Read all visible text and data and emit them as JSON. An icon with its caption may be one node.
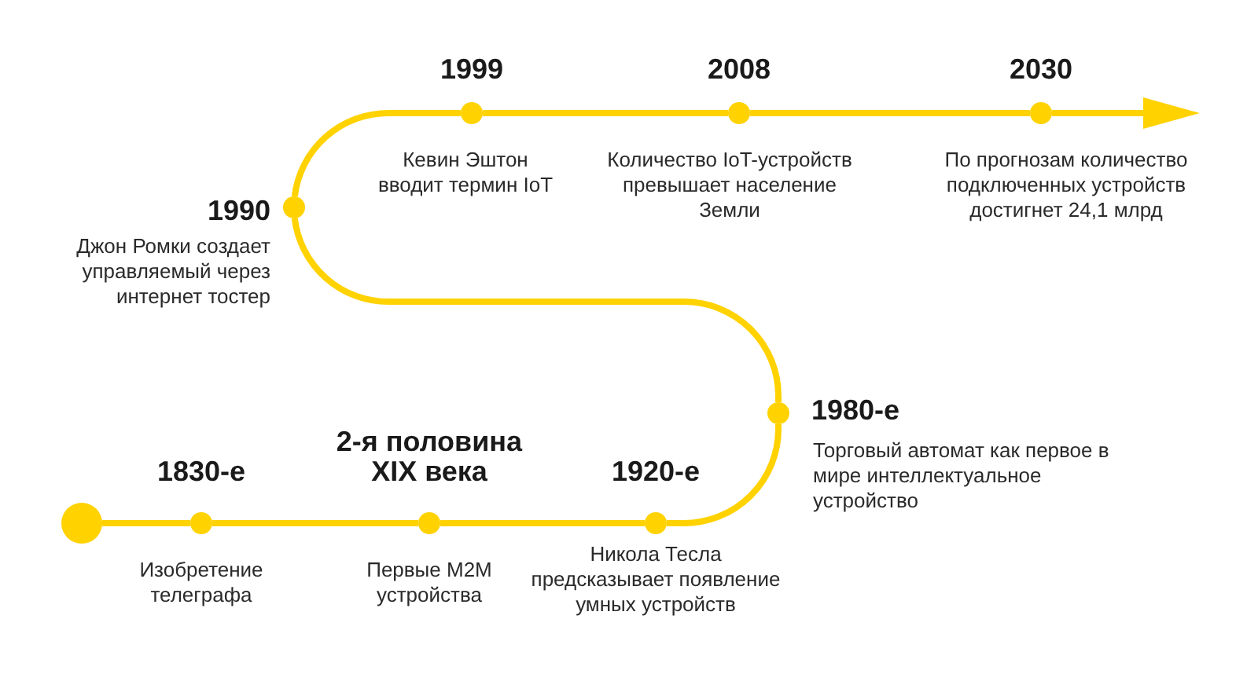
{
  "diagram": {
    "nodes": [
      {
        "text": [],
        "shape": "circle"
      },
      {
        "text": [],
        "shape": "circle",
        "beside": [
          "1830-е",
          "Изобретение телеграфа"
        ]
      },
      {
        "text": [],
        "shape": "circle",
        "beside": [
          "2-я половина XIX века",
          "Первые M2M устройства"
        ]
      },
      {
        "text": [],
        "shape": "circle",
        "beside": [
          "1920-е",
          "Никола Тесла предсказывает появление умных устройств"
        ]
      },
      {
        "text": [],
        "shape": "circle",
        "beside": [
          "1980-е",
          "Торговый автомат как первое в мире интеллектуальное устройство"
        ]
      },
      {
        "text": [],
        "shape": "circle",
        "beside": [
          "1990",
          "Джон Ромки создает управляемый через интернет тостер"
        ]
      },
      {
        "text": [],
        "shape": "circle",
        "beside": [
          "1999",
          "Кевин Эштон вводит термин IoT"
        ]
      },
      {
        "text": [],
        "shape": "circle",
        "beside": [
          "2008",
          "Количество IoT-устройств превышает население Земли"
        ]
      },
      {
        "text": [],
        "shape": "circle",
        "beside": [
          "2030",
          "По прогнозам количество подключенных устройств достигнет 24,1 млрд"
        ]
      }
    ],
    "edges": [
      {
        "from": 0,
        "to": 1,
        "arrow": "none"
      },
      {
        "from": 1,
        "to": 2,
        "arrow": "none"
      },
      {
        "from": 2,
        "to": 3,
        "arrow": "none"
      },
      {
        "from": 3,
        "to": 4,
        "arrow": "none"
      },
      {
        "from": 4,
        "to": 5,
        "arrow": "none"
      },
      {
        "from": 5,
        "to": 6,
        "arrow": "none"
      },
      {
        "from": 6,
        "to": 7,
        "arrow": "none"
      },
      {
        "from": 7,
        "to": 8,
        "arrow": "none"
      },
      {
        "from": 8,
        "to": null,
        "arrow": "to"
      }
    ]
  }
}
